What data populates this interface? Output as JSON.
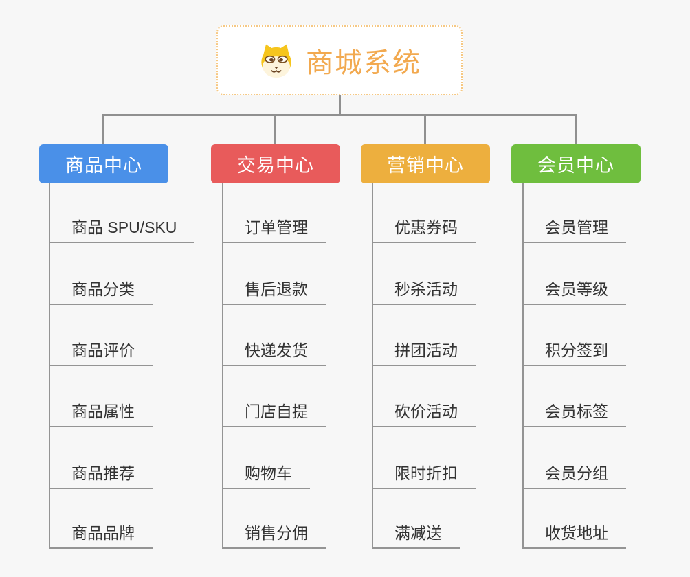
{
  "root": {
    "title": "商城系统",
    "icon": "shiba-dog-icon",
    "title_color": "#f2a94f",
    "border_color": "#f6c883"
  },
  "branches": [
    {
      "label": "商品中心",
      "color": "#4a90e8",
      "items": [
        "商品 SPU/SKU",
        "商品分类",
        "商品评价",
        "商品属性",
        "商品推荐",
        "商品品牌"
      ]
    },
    {
      "label": "交易中心",
      "color": "#e85b5b",
      "items": [
        "订单管理",
        "售后退款",
        "快递发货",
        "门店自提",
        "购物车",
        "销售分佣"
      ]
    },
    {
      "label": "营销中心",
      "color": "#edaf3e",
      "items": [
        "优惠券码",
        "秒杀活动",
        "拼团活动",
        "砍价活动",
        "限时折扣",
        "满减送"
      ]
    },
    {
      "label": "会员中心",
      "color": "#6fbe3e",
      "items": [
        "会员管理",
        "会员等级",
        "积分签到",
        "会员标签",
        "会员分组",
        "收货地址"
      ]
    }
  ],
  "colors": {
    "background": "#f7f7f7",
    "connector": "#909090",
    "leaf_text": "#333333",
    "branch_text": "#ffffff"
  }
}
